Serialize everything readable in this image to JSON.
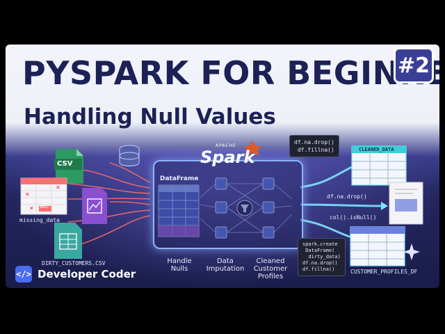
{
  "title": "PYSPARK FOR BEGINNERS",
  "subtitle": "Handling Null Values",
  "badge": "#2",
  "brand": {
    "name": "Developer Coder",
    "logo_glyph": "</>"
  },
  "spark": {
    "word": "Spark",
    "apache": "APACHE"
  },
  "left_files": {
    "csv_label": "CSV",
    "missing_data": "missing_data",
    "null_cell": "NULL",
    "dirty_customers": "DIRTY_CUSTOMERS.CSV"
  },
  "dataframe_label": "DataFrame",
  "steps": [
    {
      "label": "Handle\nNulls"
    },
    {
      "label": "Data\nImputation"
    },
    {
      "label": "Cleaned\nCustomer\nProfiles"
    }
  ],
  "code_snippets": {
    "top": "df.na.drop()\n df.fillna()",
    "flow1": "df.na.drop()",
    "flow2": "col().isNull()",
    "bottom": "spark.create\n DataFrame(\n  dirty_data)\ndf.na.drop()\ndf.fillna()"
  },
  "outputs": {
    "cleaned_data": "CLEANED_DATA",
    "customer_profiles": "CUSTOMER_PROFILES_DF"
  },
  "colors": {
    "navy": "#1c2156",
    "accent": "#3a3f96",
    "spark_orange": "#e25a1c",
    "cyan": "#7fe3ff"
  }
}
